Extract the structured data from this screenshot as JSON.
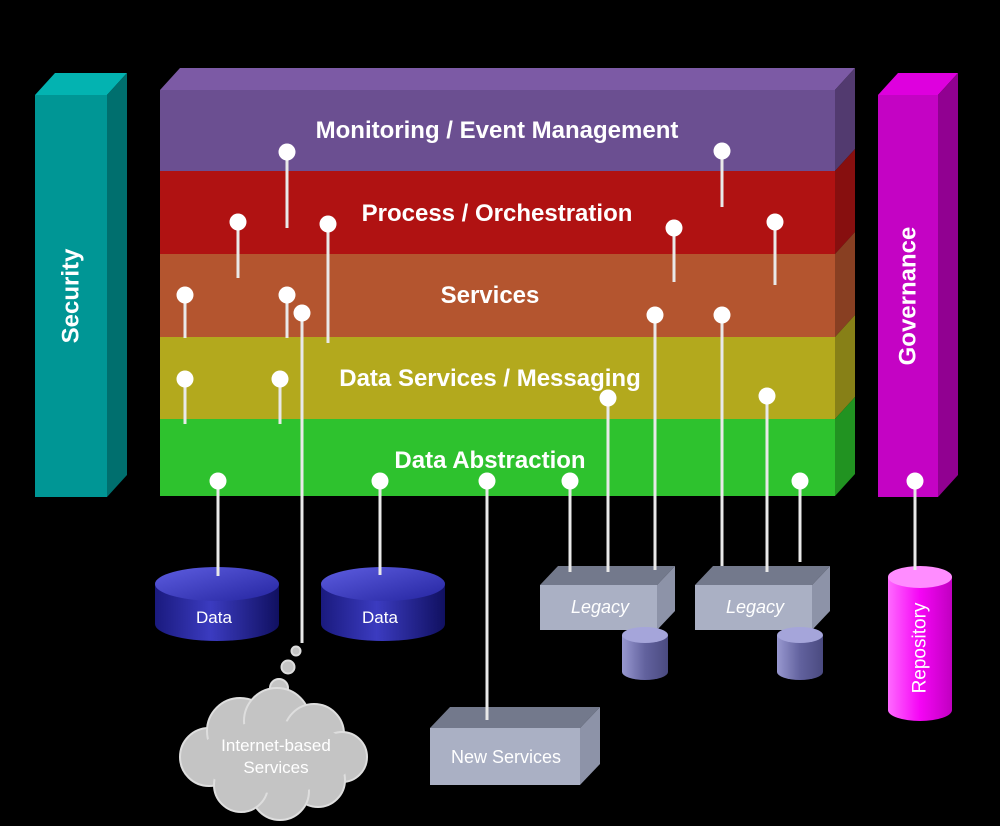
{
  "diagram": {
    "background": "#000000",
    "stack": {
      "layers": [
        {
          "label": "Monitoring / Event Management",
          "front": "#6b4f91",
          "side": "#523a6f",
          "top": "#7c5aa5"
        },
        {
          "label": "Process / Orchestration",
          "front": "#b01212",
          "side": "#870f0f"
        },
        {
          "label": "Services",
          "front": "#b4552f",
          "side": "#883f22"
        },
        {
          "label": "Data Services / Messaging",
          "front": "#b3a91d",
          "side": "#878017"
        },
        {
          "label": "Data Abstraction",
          "front": "#2ec22e",
          "side": "#219321"
        }
      ]
    },
    "pillars": {
      "security": {
        "label": "Security",
        "front": "#009695",
        "side": "#006f6e",
        "top": "#03b3b1"
      },
      "governance": {
        "label": "Governance",
        "front": "#c403c4",
        "side": "#910191",
        "top": "#de00de"
      }
    },
    "nodes": {
      "data1": {
        "label": "Data"
      },
      "data2": {
        "label": "Data"
      },
      "cloud": {
        "line1": "Internet-based",
        "line2": "Services"
      },
      "legacy1": {
        "label": "Legacy"
      },
      "legacy2": {
        "label": "Legacy"
      },
      "newServices": {
        "label": "New Services"
      },
      "repository": {
        "label": "Repository"
      }
    },
    "connector": {
      "pin": "#ffffff",
      "stem": "#e9e9e9"
    }
  }
}
